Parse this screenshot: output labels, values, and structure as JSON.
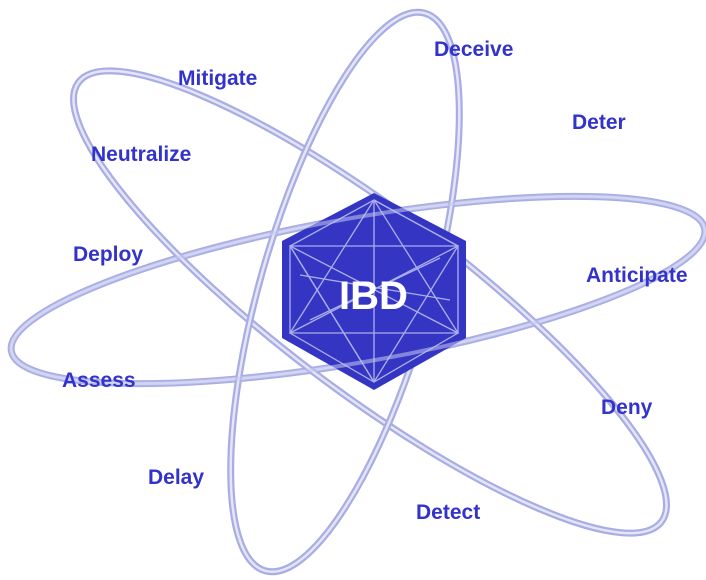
{
  "center": {
    "label": "IBD"
  },
  "labels": {
    "deceive": "Deceive",
    "mitigate": "Mitigate",
    "deter": "Deter",
    "neutralize": "Neutralize",
    "deploy": "Deploy",
    "anticipate": "Anticipate",
    "assess": "Assess",
    "deny": "Deny",
    "delay": "Delay",
    "detect": "Detect"
  },
  "colors": {
    "text": "#3333cc",
    "hexagon": "#3535c4",
    "orbit": "#c6c9ee",
    "orbit_edge": "#a9ade3",
    "wireframe": "#b9bcef"
  }
}
